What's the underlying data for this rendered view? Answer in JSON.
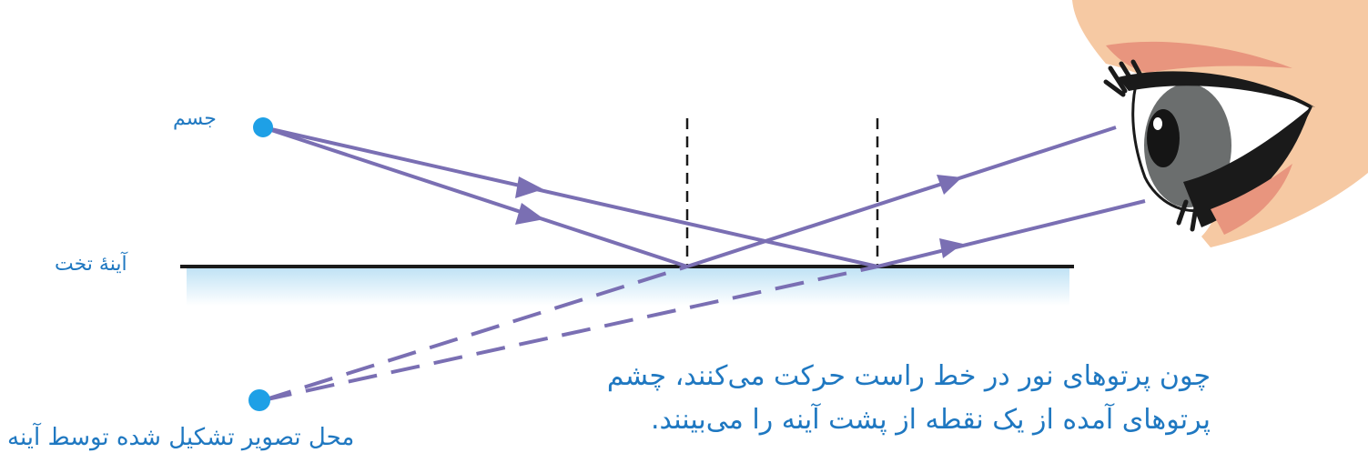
{
  "labels": {
    "object": "جسم",
    "mirror": "آینهٔ تخت",
    "image_location": "محل تصویر تشکیل شده توسط آینه"
  },
  "explanation": {
    "line1": "چون پرتوهای نور در خط راست حرکت می‌کنند، چشم",
    "line2": "پرتوهای آمده از یک نقطه از پشت آینه را می‌بینند."
  },
  "colors": {
    "ray": "#7a6fb3",
    "point": "#1ea0e6",
    "label": "#1f78c1",
    "mirror_line": "#1a1a1a",
    "mirror_glass": "#bfe2f5",
    "normal": "#1a1a1a",
    "skin": "#f6c9a3",
    "eyelid": "#e8957e",
    "iris": "#6b6e6e",
    "pupil": "#151515"
  },
  "icons": {
    "eye": "eye-icon"
  }
}
